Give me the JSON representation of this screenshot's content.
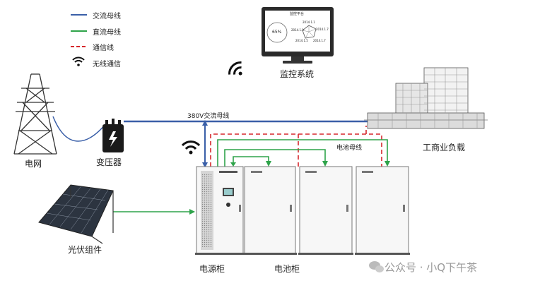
{
  "legend": {
    "ac_bus": "交流母线",
    "dc_bus": "直流母线",
    "comm_line": "通信线",
    "wireless": "无线通信"
  },
  "labels": {
    "grid": "电网",
    "transformer": "变压器",
    "pv": "光伏组件",
    "monitoring": "监控系统",
    "ac_bus_380": "380V交流母线",
    "battery_bus": "电池母线",
    "load": "工商业负载",
    "power_cabinet": "电源柜",
    "battery_cabinet": "电池柜"
  },
  "monitor_screen": {
    "title": "监控平台",
    "pie_value": "65%",
    "dates": [
      "2014.1.1",
      "2014.1.7",
      "2014.1.9",
      "2014.1.5",
      "2014.1.7"
    ]
  },
  "watermark": "公众号 · 小Q下午茶",
  "colors": {
    "ac_bus": "#3a5fa8",
    "dc_bus": "#2ea34a",
    "comm_line": "#d6262b"
  }
}
